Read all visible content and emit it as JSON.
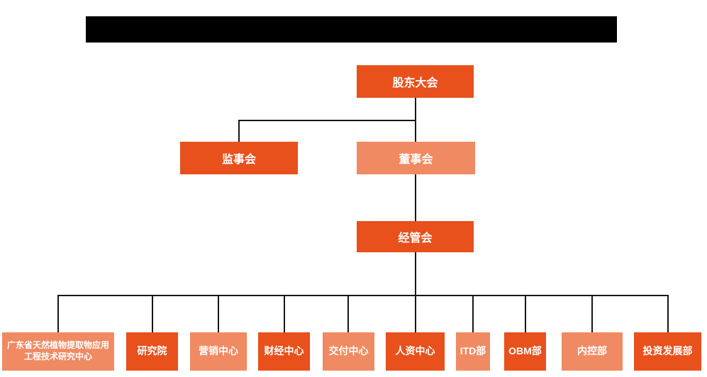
{
  "org_chart": {
    "root": {
      "label": "股东大会"
    },
    "supervisory_board": {
      "label": "监事会"
    },
    "board_of_directors": {
      "label": "董事会"
    },
    "management_committee": {
      "label": "经管会"
    },
    "departments": [
      {
        "label": "广东省天然植物提取物应用工程技术研究中心"
      },
      {
        "label": "研究院"
      },
      {
        "label": "营销中心"
      },
      {
        "label": "财经中心"
      },
      {
        "label": "交付中心"
      },
      {
        "label": "人资中心"
      },
      {
        "label": "ITD部"
      },
      {
        "label": "OBM部"
      },
      {
        "label": "内控部"
      },
      {
        "label": "投资发展部"
      }
    ]
  },
  "colors": {
    "primary_orange": "#E8501C",
    "light_orange": "#F08A62",
    "connector_line": "#161616",
    "redaction_bar": "#000000",
    "node_text": "#FFFFFF",
    "background": "#FFFFFF"
  }
}
